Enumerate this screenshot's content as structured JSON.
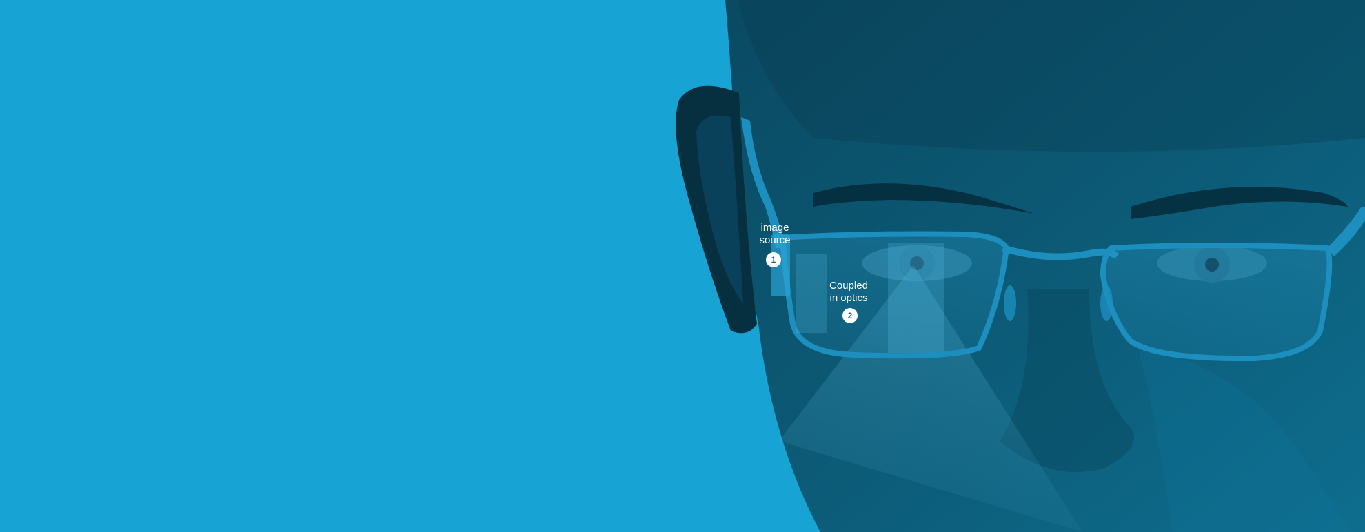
{
  "colors": {
    "background": "#17a3d3",
    "face_dark": "#073f54",
    "face_mid": "#0d5f7c",
    "glasses_frame": "#1d8fbf",
    "badge_fill": "#ffffff",
    "badge_text": "#0b6c92",
    "label_text": "#ffffff"
  },
  "callouts": [
    {
      "number": "1",
      "label_line1": "image",
      "label_line2": "source"
    },
    {
      "number": "2",
      "label_line1": "Coupled",
      "label_line2": "in optics"
    }
  ],
  "icons": {
    "face": "person-face-with-glasses-illustration"
  }
}
